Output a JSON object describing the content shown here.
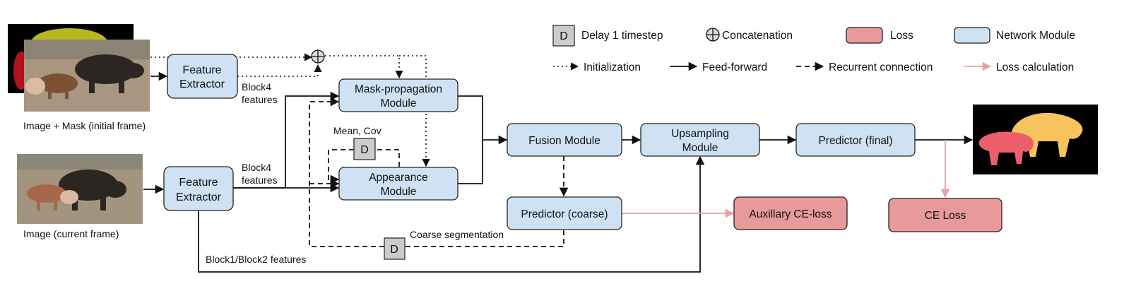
{
  "legend": {
    "delay_symbol": "D",
    "delay": "Delay 1 timestep",
    "concatenation": "Concatenation",
    "loss": "Loss",
    "network_module": "Network Module",
    "initialization": "Initialization",
    "feed_forward": "Feed-forward",
    "recurrent": "Recurrent connection",
    "loss_calculation": "Loss calculation"
  },
  "inputs": {
    "initial_caption": "Image + Mask (initial frame)",
    "current_caption": "Image (current frame)"
  },
  "modules": {
    "feature_extractor_top": [
      "Feature",
      "Extractor"
    ],
    "feature_extractor_bottom": [
      "Feature",
      "Extractor"
    ],
    "mask_propagation": [
      "Mask-propagation",
      "Module"
    ],
    "appearance": [
      "Appearance",
      "Module"
    ],
    "fusion": "Fusion Module",
    "upsampling": [
      "Upsampling",
      "Module"
    ],
    "predictor_final": "Predictor (final)",
    "predictor_coarse": "Predictor (coarse)",
    "delay_appearance": "D",
    "delay_coarse": "D"
  },
  "losses": {
    "auxiliary": "Auxillary CE-loss",
    "ce": "CE Loss"
  },
  "edge_labels": {
    "block4_top": [
      "Block4",
      "features"
    ],
    "block4_bottom": [
      "Block4",
      "features"
    ],
    "mean_cov": "Mean, Cov",
    "coarse_segmentation": "Coarse segmentation",
    "block12": "Block1/Block2 features"
  },
  "colors": {
    "network_module": "#cfe2f3",
    "loss": "#e89a9a",
    "loss_arrow": "#e4a3a8",
    "delay": "#cccccc",
    "mask_foreground_1": "#ec5f6a",
    "mask_foreground_2": "#f6c35c"
  }
}
